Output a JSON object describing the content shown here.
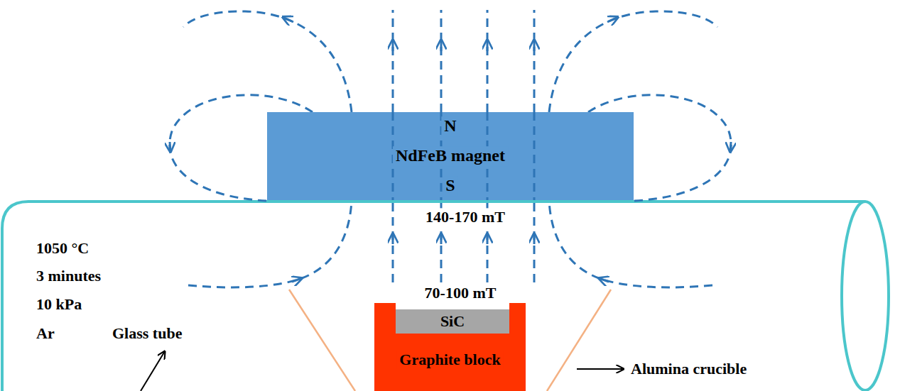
{
  "diagram": {
    "nodes": [
      {
        "text": [
          "N",
          "NdFeB magnet",
          "S"
        ]
      },
      {
        "text": [
          "Graphite block"
        ]
      },
      {
        "text": [
          "SiC"
        ],
        "in": 1
      }
    ],
    "labels": [
      "140-170 mT",
      "70-100 mT",
      "1050 °C",
      "3 minutes",
      "10 kPa",
      "Ar",
      "Glass tube",
      "Alumina crucible"
    ]
  }
}
